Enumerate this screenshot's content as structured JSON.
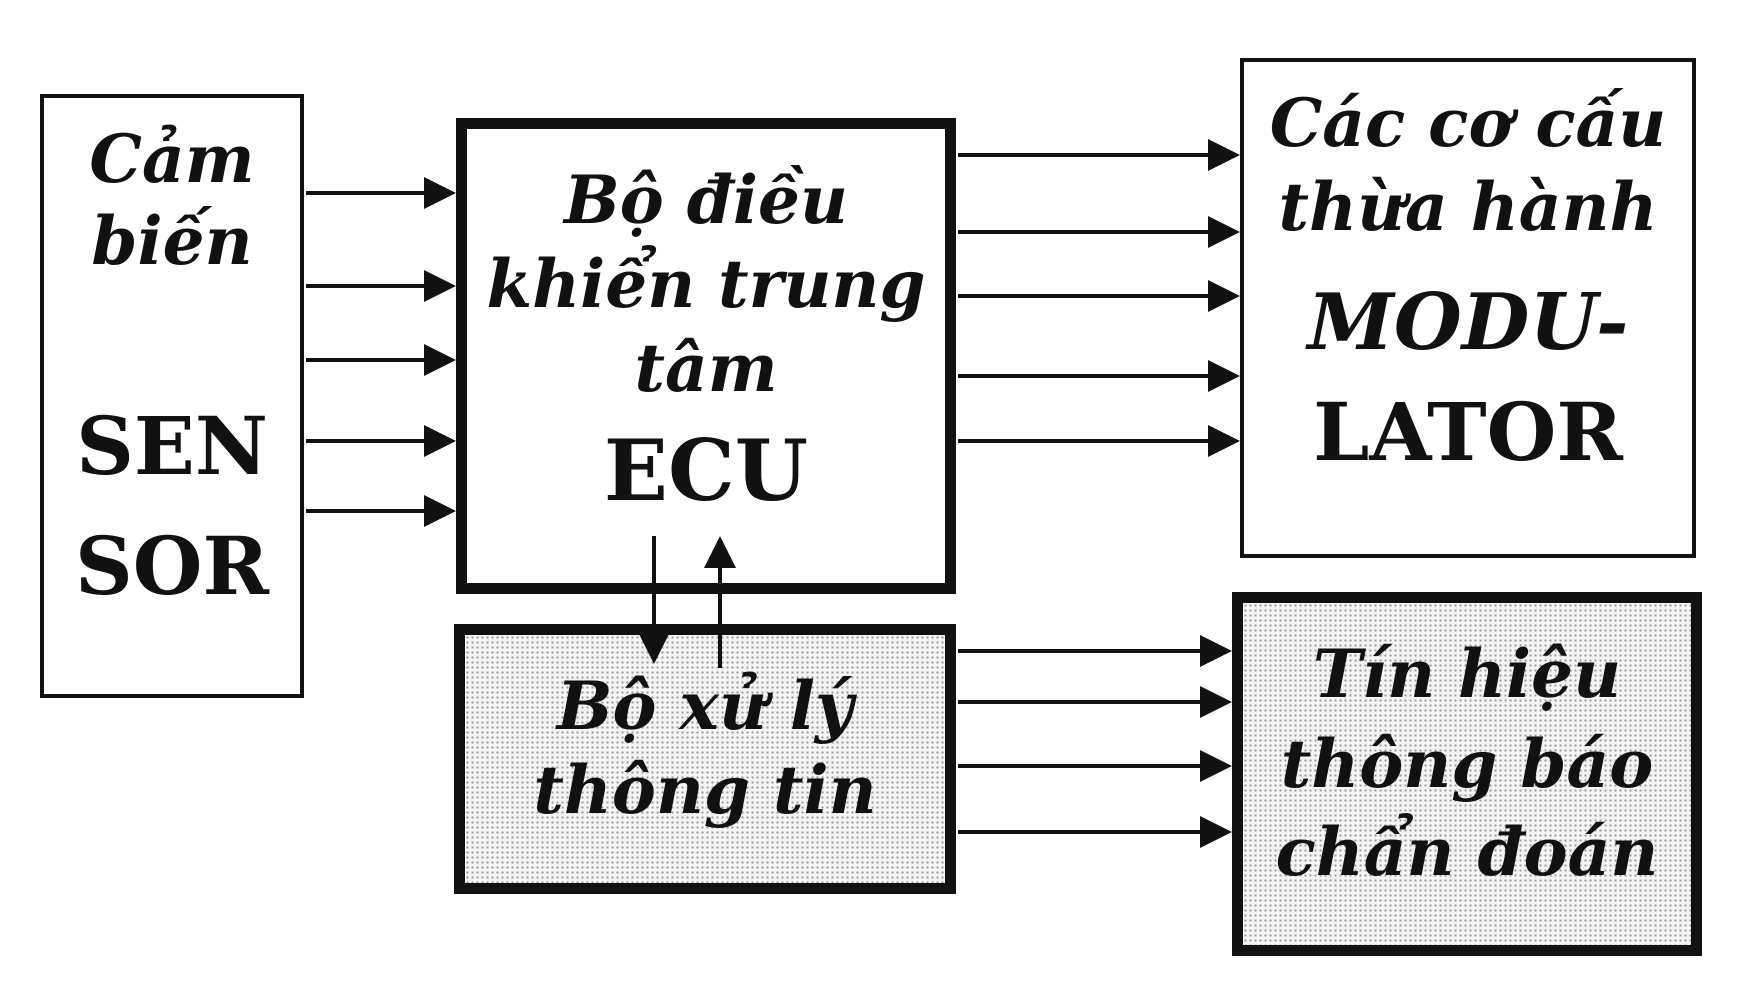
{
  "sensor": {
    "line1": "Cảm",
    "line2": "biến",
    "line3": "SEN",
    "line4": "SOR"
  },
  "ecu": {
    "line1": "Bộ điều",
    "line2": "khiển trung",
    "line3": "tâm",
    "line4": "ECU"
  },
  "modulator": {
    "line1": "Các cơ cấu",
    "line2": "thừa hành",
    "line3": "MODU-",
    "line4": "LATOR"
  },
  "processor": {
    "line1": "Bộ xử lý",
    "line2": "thông tin"
  },
  "diagnostic": {
    "line1": "Tín hiệu",
    "line2": "thông báo",
    "line3": "chẩn đoán"
  }
}
